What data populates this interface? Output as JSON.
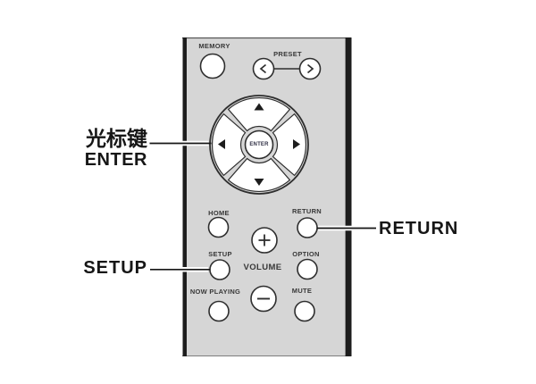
{
  "diagram": {
    "description": "remote-control-diagram",
    "colors": {
      "background": "#ffffff",
      "remote_body": "#d6d6d6",
      "remote_edge_bars": "#1d1d1d",
      "button_outline": "#2e2e2e",
      "button_fill": "#ffffff",
      "small_label_text": "#383838",
      "callout_text": "#161616"
    }
  },
  "remote": {
    "labels": {
      "memory": "MEMORY",
      "preset": "PRESET",
      "enter": "ENTER",
      "home": "HOME",
      "return": "RETURN",
      "volume": "VOLUME",
      "setup": "SETUP",
      "option": "OPTION",
      "now_playing": "NOW PLAYING",
      "mute": "MUTE"
    },
    "icons": {
      "preset_left": "chevron-left",
      "preset_right": "chevron-right",
      "cursor_up": "triangle-up",
      "cursor_down": "triangle-down",
      "cursor_left": "triangle-left",
      "cursor_right": "triangle-right",
      "volume_up": "plus",
      "volume_down": "minus"
    }
  },
  "callouts": {
    "cursor_keys": "光标键",
    "enter": "ENTER",
    "setup": "SETUP",
    "return": "RETURN"
  }
}
